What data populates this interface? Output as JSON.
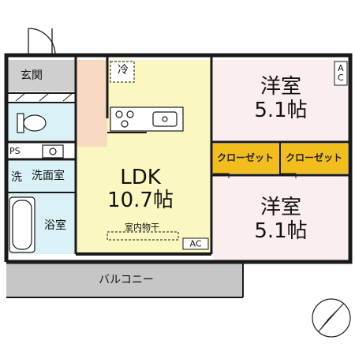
{
  "rooms": {
    "genkan": {
      "name": "玄関"
    },
    "ldk": {
      "name": "LDK",
      "area": "10.7帖",
      "laundry": "室内物干",
      "ac": "AC"
    },
    "western_top": {
      "name": "洋室",
      "area": "5.1帖",
      "ac": "A\nC"
    },
    "western_bottom": {
      "name": "洋室",
      "area": "5.1帖"
    },
    "washroom": {
      "name": "洗面室",
      "washer_icon": "洗"
    },
    "bath": {
      "name": "浴室"
    },
    "ps": {
      "name": "PS"
    },
    "balcony": {
      "name": "バルコニー"
    },
    "closet_left": {
      "name": "クローゼット"
    },
    "closet_right": {
      "name": "クローゼット"
    },
    "fridge": {
      "label": "冷"
    }
  },
  "compass": {
    "icon": "north-arrow-icon"
  },
  "colors": {
    "ldk": "#faf7c0",
    "western": "#fbeeee",
    "bath": "#d9f1f7",
    "genkan": "#cfcfcf",
    "corridor": "#f8d9c1",
    "closet": "#f2be1e",
    "balcony": "#c6c6c6",
    "wall": "#1a1a1a"
  }
}
